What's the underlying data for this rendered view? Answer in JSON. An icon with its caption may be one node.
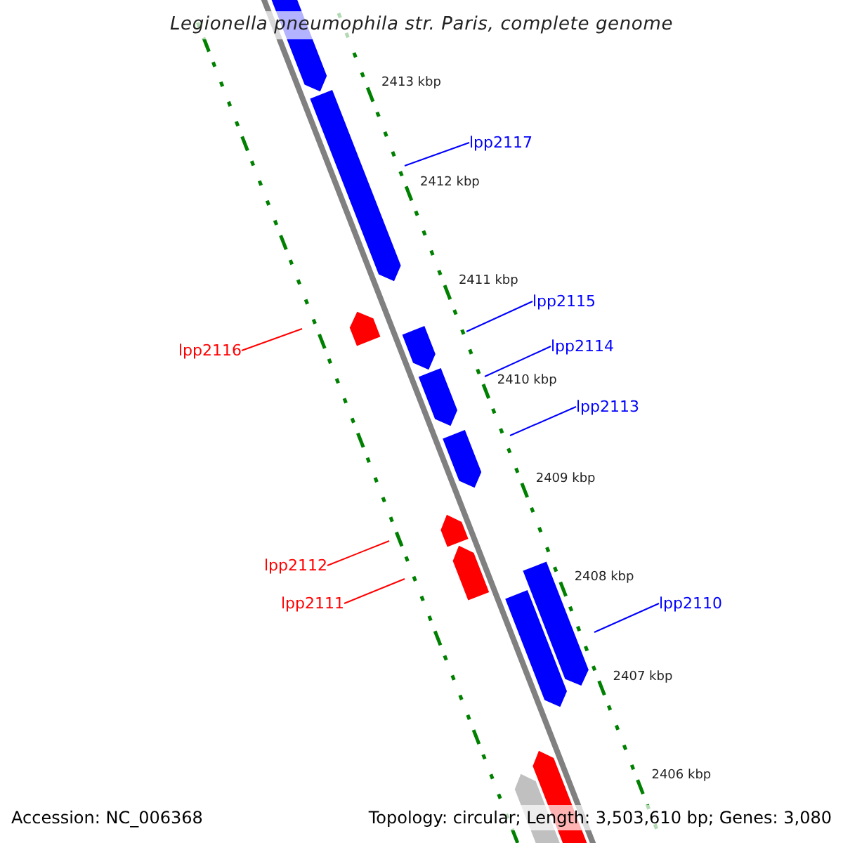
{
  "diagram": {
    "title": "Legionella pneumophila str. Paris, complete genome",
    "nodes": [
      {
        "text": [
          "lpp2117"
        ]
      },
      {
        "text": [
          "lpp2115"
        ]
      },
      {
        "text": [
          "lpp2116"
        ]
      },
      {
        "text": [
          "lpp2114"
        ]
      },
      {
        "text": [
          "lpp2113"
        ]
      },
      {
        "text": [
          "lpp2112"
        ]
      },
      {
        "text": [
          "lpp2111"
        ]
      },
      {
        "text": [
          "lpp2110"
        ]
      }
    ],
    "edges": [
      {
        "from": 0,
        "to": null,
        "arrow": "none"
      },
      {
        "from": 1,
        "to": null,
        "arrow": "none"
      },
      {
        "from": 2,
        "to": null,
        "arrow": "none",
        "color": "#ff0000"
      },
      {
        "from": 3,
        "to": null,
        "arrow": "none"
      },
      {
        "from": 4,
        "to": null,
        "arrow": "none"
      },
      {
        "from": 5,
        "to": null,
        "arrow": "none",
        "color": "#ff0000"
      },
      {
        "from": 6,
        "to": null,
        "arrow": "none",
        "color": "#ff0000"
      },
      {
        "from": 7,
        "to": null,
        "arrow": "none"
      }
    ],
    "labels": [
      "2413 kbp",
      "2412 kbp",
      "2411 kbp",
      "2410 kbp",
      "2409 kbp",
      "2408 kbp",
      "2407 kbp",
      "2406 kbp",
      "Accession: NC_006368",
      "Topology: circular; Length: 3,503,610 bp; Genes: 3,080"
    ]
  }
}
